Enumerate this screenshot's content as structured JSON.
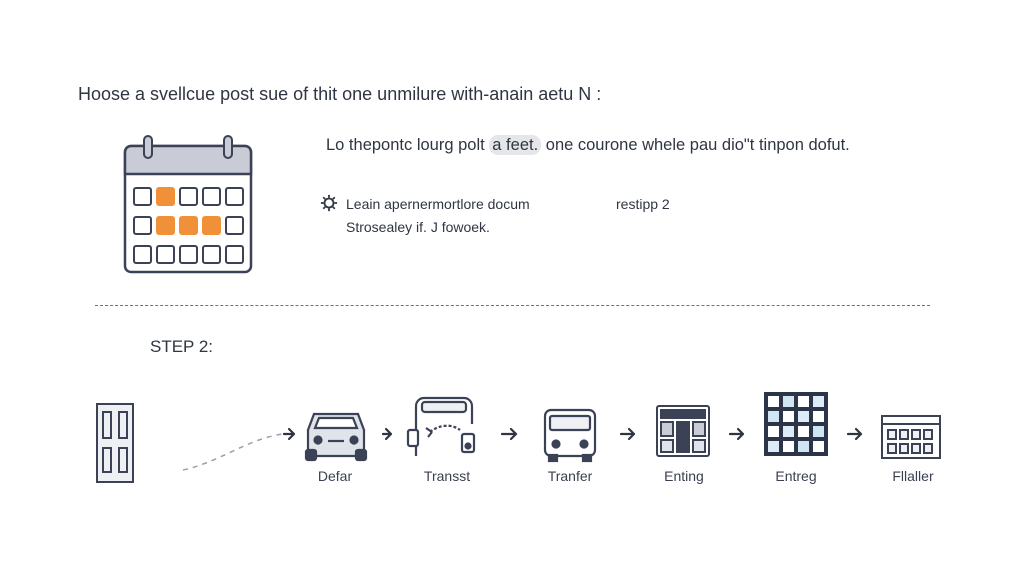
{
  "heading": "Hoose a svellcue post sue of thit one unmilure with-anain aetu N :",
  "description": {
    "before": "Lo thepontc lourg polt",
    "highlight": "a feet.",
    "after": "one courone whele pau dio\"t tinpon dofut."
  },
  "items": [
    {
      "icon": "gear-icon",
      "line1": "Leain apernermortlore docum",
      "line2": "Strosealey if. J fowoek."
    }
  ],
  "item_side_text": "restipp 2",
  "step_label": "STEP 2:",
  "calendar": {
    "icon": "calendar-icon",
    "highlighted_cells": [
      [
        0,
        1
      ],
      [
        1,
        1
      ],
      [
        1,
        2
      ],
      [
        1,
        3
      ]
    ],
    "accent_color": "#f0913a",
    "outline_color": "#3b4256",
    "header_color": "#c9ccd6"
  },
  "flow": {
    "start_icon": "door-icon",
    "steps": [
      {
        "icon": "car-icon",
        "label": "Defar"
      },
      {
        "icon": "transit-icon",
        "label": "Transst"
      },
      {
        "icon": "bus-icon",
        "label": "Tranfer"
      },
      {
        "icon": "train-icon",
        "label": "Enting"
      },
      {
        "icon": "building-grid-icon",
        "label": "Entreg"
      },
      {
        "icon": "building-icon",
        "label": "Fllaller"
      }
    ]
  }
}
